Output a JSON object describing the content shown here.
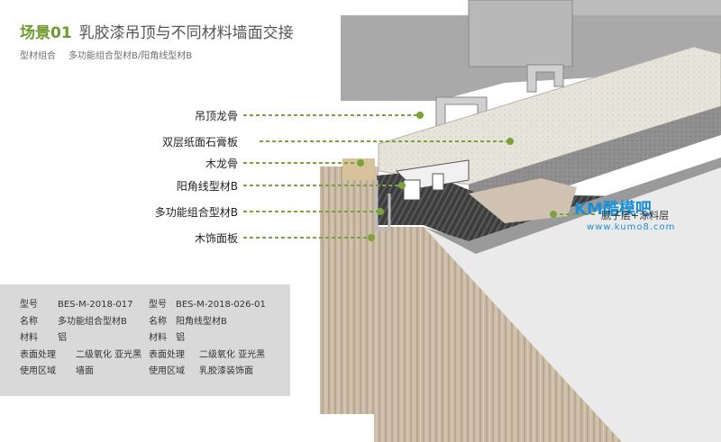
{
  "header": {
    "scene": "场景01",
    "title": "乳胶漆吊顶与不同材料墙面交接",
    "subtitle_left": "型材组合",
    "subtitle_right": "多功能组合型材B/阳角线型材B"
  },
  "labels": [
    "吊顶龙骨",
    "双层纸面石膏板",
    "木龙骨",
    "阳角线型材B",
    "多功能组合型材B",
    "木饰面板"
  ],
  "right_note": "腻子层+涂料层",
  "watermark": {
    "brand": "KM酷模吧",
    "url": "www.kumo8.com"
  },
  "specs": [
    {
      "rows": [
        {
          "key": "型号",
          "value": "BES-M-2018-017"
        },
        {
          "key": "名称",
          "value": "多功能组合型材B"
        },
        {
          "key": "材料",
          "value": "铝"
        },
        {
          "key": "表面处理",
          "value": "二级氧化 亚光黑"
        },
        {
          "key": "使用区域",
          "value": "墙面"
        }
      ]
    },
    {
      "rows": [
        {
          "key": "型号",
          "value": "BES-M-2018-026-01"
        },
        {
          "key": "名称",
          "value": "阳角线型材B"
        },
        {
          "key": "材料",
          "value": "铝"
        },
        {
          "key": "表面处理",
          "value": "二级氧化 亚光黑"
        },
        {
          "key": "使用区域",
          "value": "乳胶漆装饰面"
        }
      ]
    }
  ],
  "colors": {
    "accent": "#6c9a2e",
    "leader": "#7aa33c",
    "panel": "#d9d9d9"
  }
}
